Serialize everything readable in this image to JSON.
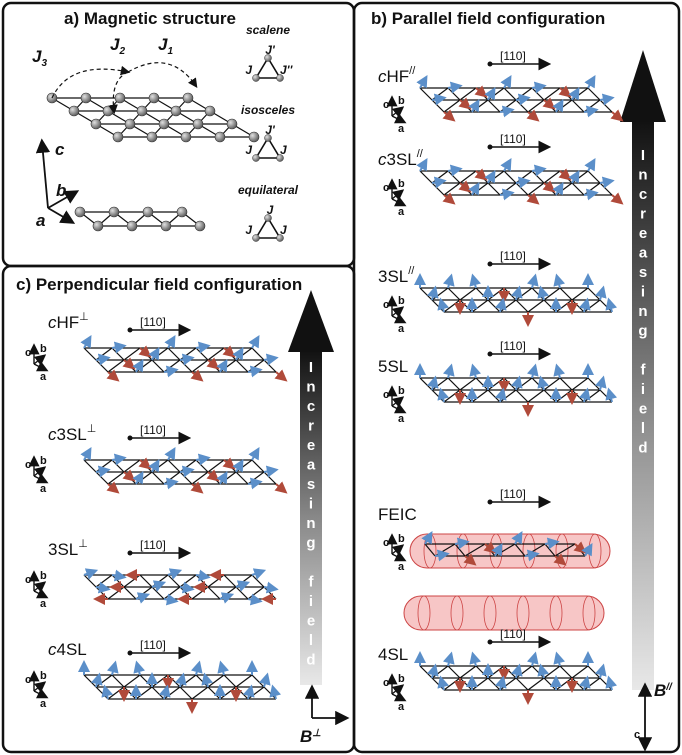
{
  "panels": {
    "a": {
      "title": "a) Magnetic structure"
    },
    "b": {
      "title": "b) Parallel field configuration"
    },
    "c": {
      "title": "c) Perpendicular field configuration"
    }
  },
  "exchange": {
    "j1": "J",
    "j1_sub": "1",
    "j2": "J",
    "j2_sub": "2",
    "j3": "J",
    "j3_sub": "3"
  },
  "triangles": [
    {
      "name": "scalene",
      "top": "J'",
      "left": "J",
      "right": "J''"
    },
    {
      "name": "isosceles",
      "top": "J'",
      "left": "J",
      "right": "J"
    },
    {
      "name": "equilateral",
      "top": "J",
      "left": "J",
      "right": "J"
    }
  ],
  "axes": {
    "a": "a",
    "b": "b",
    "c": "c"
  },
  "direction_label": "[110]",
  "parallel_phases": [
    {
      "pre": "c",
      "main": "HF",
      "sup": "//"
    },
    {
      "pre": "c",
      "main": "3SL",
      "sup": "//"
    },
    {
      "pre": "",
      "main": "3SL",
      "sup": "//"
    },
    {
      "pre": "",
      "main": "5SL",
      "sup": ""
    },
    {
      "pre": "",
      "main": "FEIC",
      "sup": ""
    },
    {
      "pre": "",
      "main": "4SL",
      "sup": ""
    }
  ],
  "perpendicular_phases": [
    {
      "pre": "c",
      "main": "HF",
      "sup": "⊥"
    },
    {
      "pre": "c",
      "main": "3SL",
      "sup": "⊥"
    },
    {
      "pre": "",
      "main": "3SL",
      "sup": "⊥"
    },
    {
      "pre": "c",
      "main": "4SL",
      "sup": ""
    }
  ],
  "field_arrow": {
    "letters": [
      "I",
      "n",
      "c",
      "r",
      "e",
      "a",
      "s",
      "i",
      "n",
      "g",
      "",
      "f",
      "i",
      "e",
      "l",
      "d"
    ]
  },
  "field_symbols": {
    "parallel": "B",
    "parallel_sup": "//",
    "perp": "B",
    "perp_sup": "⊥"
  },
  "colors": {
    "blue_spin": "#5b8fc9",
    "red_spin": "#b04a3a",
    "tube": "#f2a0a0",
    "sphere": "#888888"
  }
}
